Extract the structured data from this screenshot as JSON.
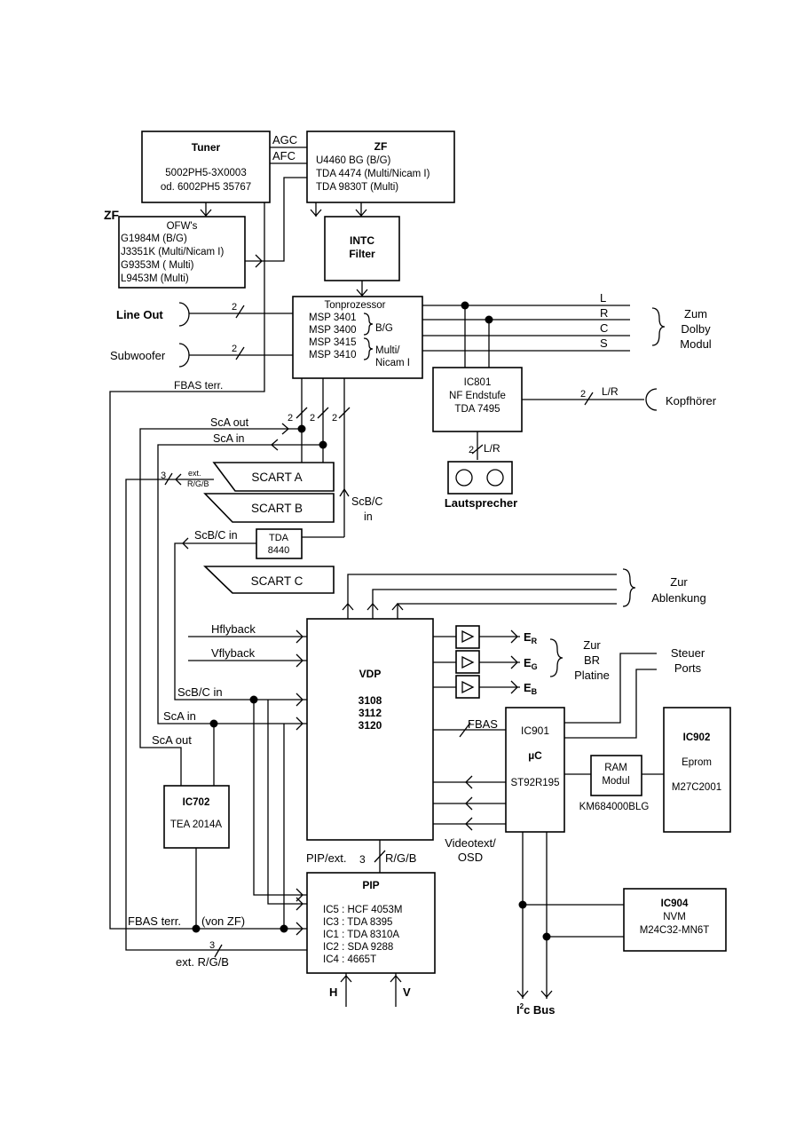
{
  "tuner": {
    "title": "Tuner",
    "line1": "5002PH5-3X0003",
    "line2": "od. 6002PH5 35767"
  },
  "agc": "AGC",
  "afc": "AFC",
  "zf": {
    "title": "ZF",
    "line1": "U4460 BG (B/G)",
    "line2": "TDA 4474 (Multi/Nicam I)",
    "line3": "TDA 9830T (Multi)"
  },
  "zf_left": "ZF",
  "ofw": {
    "title": "OFW's",
    "line1": "G1984M (B/G)",
    "line2": "J3351K (Multi/Nicam I)",
    "line3": "G9353M ( Multi)",
    "line4": "L9453M (Multi)"
  },
  "intc": {
    "line1": "INTC",
    "line2": "Filter"
  },
  "tonprozessor": {
    "title": "Tonprozessor",
    "m1": "MSP 3401",
    "m2": "MSP 3400",
    "bg": "B/G",
    "m3": "MSP 3415",
    "m4": "MSP 3410",
    "multi": "Multi/",
    "nicam": "Nicam I"
  },
  "line_out": "Line Out",
  "subwoofer": "Subwoofer",
  "two": "2",
  "three": "3",
  "fbas_terr": "FBAS terr.",
  "out_l": "L",
  "out_r": "R",
  "out_c": "C",
  "out_s": "S",
  "dolby": {
    "l1": "Zum",
    "l2": "Dolby",
    "l3": "Modul"
  },
  "ic801": {
    "l1": "IC801",
    "l2": "NF Endstufe",
    "l3": "TDA 7495"
  },
  "lr": "L/R",
  "kopfhoerer": "Kopfhörer",
  "lautsprecher": "Lautsprecher",
  "sca_out": "ScA out",
  "sca_in": "ScA in",
  "ext": "ext.",
  "rgb": "R/G/B",
  "scart_a": "SCART A",
  "scart_b": "SCART B",
  "scart_c": "SCART C",
  "scbc_in": "ScB/C in",
  "scbc": "ScB/C",
  "in": "in",
  "tda8440": {
    "l1": "TDA",
    "l2": "8440"
  },
  "ablenkung": {
    "l1": "Zur",
    "l2": "Ablenkung"
  },
  "hflyback": "Hflyback",
  "vflyback": "Vflyback",
  "vdp": {
    "title": "VDP",
    "l1": "3108",
    "l2": "3112",
    "l3": "3120"
  },
  "er": "E",
  "er_sub": "R",
  "eg_sub": "G",
  "eb_sub": "B",
  "br": {
    "l1": "Zur",
    "l2": "BR",
    "l3": "Platine"
  },
  "steuer": {
    "l1": "Steuer",
    "l2": "Ports"
  },
  "fbas": "FBAS",
  "ic901": {
    "l1": "IC901",
    "l2": "µC",
    "l3": "ST92R195"
  },
  "ram": {
    "l1": "RAM",
    "l2": "Modul",
    "part": "KM684000BLG"
  },
  "ic902": {
    "l1": "IC902",
    "l2": "Eprom",
    "l3": "M27C2001"
  },
  "videotext": {
    "l1": "Videotext/",
    "l2": "OSD"
  },
  "ic702": {
    "l1": "IC702",
    "l2": "TEA 2014A"
  },
  "pip_ext": "PIP/ext.",
  "pip": {
    "title": "PIP",
    "l1": "IC5 : HCF 4053M",
    "l2": "IC3 : TDA 8395",
    "l3": "IC1 : TDA 8310A",
    "l4": "IC2 : SDA 9288",
    "l5": "IC4 : 4665T"
  },
  "ic904": {
    "l1": "IC904",
    "l2": "NVM",
    "l3": "M24C32-MN6T"
  },
  "fbas_vonzf": "(von ZF)",
  "ext_rgb": "ext. R/G/B",
  "h": "H",
  "v": "V",
  "i2c": {
    "i": "I",
    "sup": "2",
    "rest": "c Bus"
  }
}
